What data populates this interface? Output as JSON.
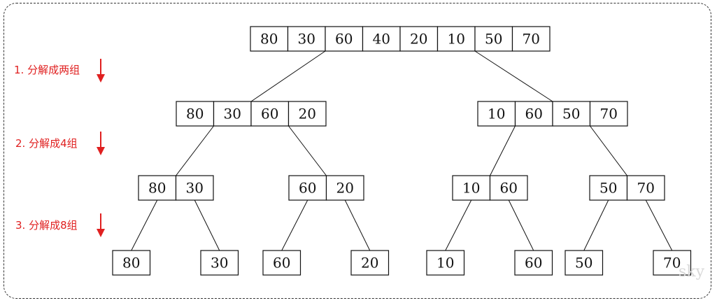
{
  "steps": [
    {
      "label": "1. 分解成两组"
    },
    {
      "label": "2. 分解成4组"
    },
    {
      "label": "3. 分解成8组"
    }
  ],
  "levels": [
    [
      [
        80,
        30,
        60,
        40,
        20,
        10,
        50,
        70
      ]
    ],
    [
      [
        80,
        30,
        60,
        20
      ],
      [
        10,
        60,
        50,
        70
      ]
    ],
    [
      [
        80,
        30
      ],
      [
        60,
        20
      ],
      [
        10,
        60
      ],
      [
        50,
        70
      ]
    ],
    [
      [
        80
      ],
      [
        30
      ],
      [
        60
      ],
      [
        20
      ],
      [
        10
      ],
      [
        60
      ],
      [
        50
      ],
      [
        70
      ]
    ]
  ],
  "watermark": "sky",
  "colors": {
    "accent": "#e02020",
    "line": "#111111"
  }
}
